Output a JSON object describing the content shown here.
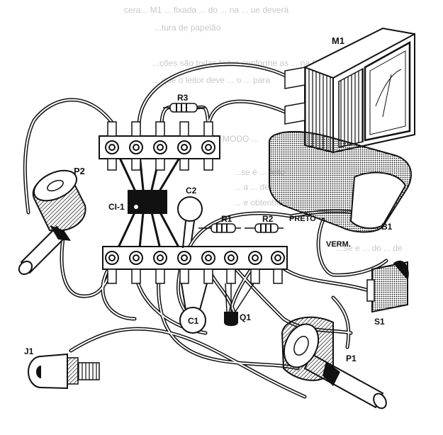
{
  "background_text": {
    "line1": "cera... M1 ... fixada ... do ... na ... ue deverá",
    "line2": "...tura de papelão.",
    "line3": "...ções são todas feitas conforme as ... na figura",
    "line4": "... que o leitor deve ... o ... para",
    "line5": "MODO ...",
    "line6": "...se é ... feito",
    "line7": "... a ... de",
    "line8": "... e obtenha",
    "line9": "...se e ... do ... de"
  },
  "labels": {
    "m1": "M1",
    "r3": "R3",
    "p2": "P2",
    "c2": "C2",
    "ci1": "CI-1",
    "r1": "R1",
    "r2": "R2",
    "preto": "PRETO",
    "b1": "B1",
    "verm": "VERM.",
    "s1": "S1",
    "c1": "C1",
    "q1": "Q1",
    "j1": "J1",
    "p1": "P1"
  },
  "colors": {
    "ink": "#111111",
    "paper": "#ffffff",
    "ghost_text": "#c8c8c8"
  }
}
